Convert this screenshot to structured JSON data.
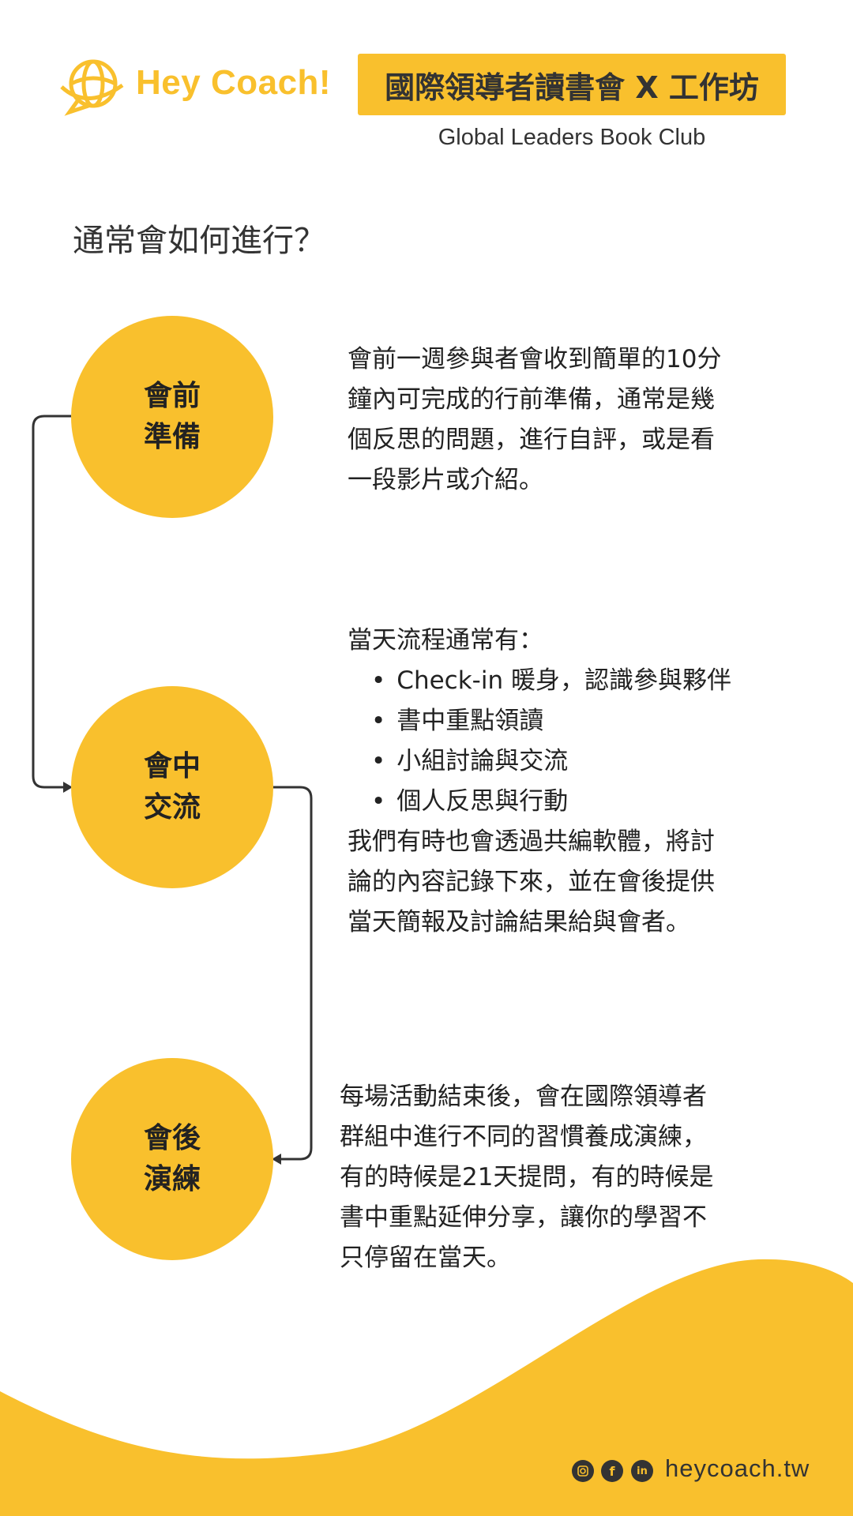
{
  "header": {
    "logo": "Hey Coach!",
    "title": "國際領導者讀書會 X 工作坊",
    "subtitle": "Global Leaders Book Club"
  },
  "heading": "通常會如何進行？",
  "steps": [
    {
      "line1": "會前",
      "line2": "準備",
      "text": [
        "會前一週參與者會收到簡單的10分",
        "鐘內可完成的行前準備，通常是幾",
        "個反思的問題，進行自評，或是看",
        "一段影片或介紹。"
      ]
    },
    {
      "line1": "會中",
      "line2": "交流",
      "intro": "當天流程通常有：",
      "bullets": [
        "Check-in 暖身，認識參與夥伴",
        "書中重點領讀",
        "小組討論與交流",
        "個人反思與行動"
      ],
      "text": [
        "我們有時也會透過共編軟體，將討",
        "論的內容記錄下來，並在會後提供",
        "當天簡報及討論結果給與會者。"
      ]
    },
    {
      "line1": "會後",
      "line2": "演練",
      "text": [
        "每場活動結束後，會在國際領導者",
        "群組中進行不同的習慣養成演練，",
        "有的時候是21天提問，有的時候是",
        "書中重點延伸分享，讓你的學習不",
        "只停留在當天。"
      ]
    }
  ],
  "footer": {
    "url": "heycoach.tw",
    "icons": [
      "instagram-icon",
      "facebook-icon",
      "linkedin-icon"
    ]
  },
  "colors": {
    "accent": "#F9C02D",
    "text": "#333333"
  }
}
